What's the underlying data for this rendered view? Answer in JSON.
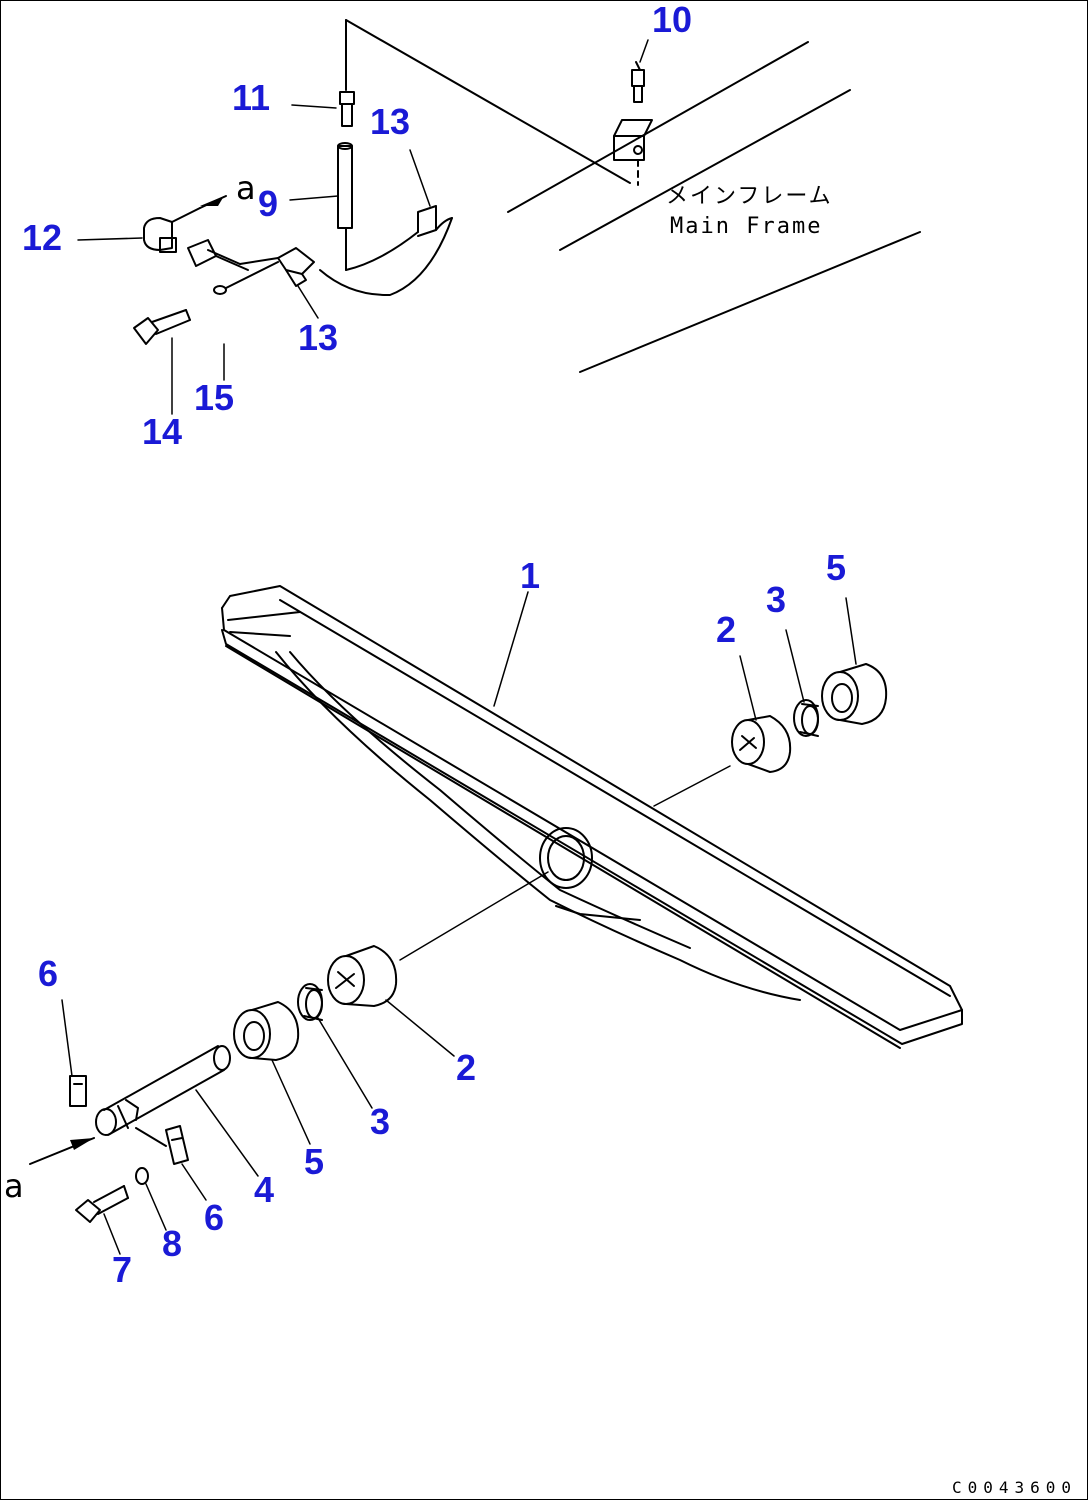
{
  "callouts": [
    {
      "id": "c10",
      "label": "10"
    },
    {
      "id": "c11",
      "label": "11"
    },
    {
      "id": "c13a",
      "label": "13"
    },
    {
      "id": "c9",
      "label": "9"
    },
    {
      "id": "c12",
      "label": "12"
    },
    {
      "id": "c13b",
      "label": "13"
    },
    {
      "id": "c14",
      "label": "14"
    },
    {
      "id": "c15",
      "label": "15"
    },
    {
      "id": "c1",
      "label": "1"
    },
    {
      "id": "c5a",
      "label": "5"
    },
    {
      "id": "c3a",
      "label": "3"
    },
    {
      "id": "c2a",
      "label": "2"
    },
    {
      "id": "c6a",
      "label": "6"
    },
    {
      "id": "c2b",
      "label": "2"
    },
    {
      "id": "c3b",
      "label": "3"
    },
    {
      "id": "c5b",
      "label": "5"
    },
    {
      "id": "c4",
      "label": "4"
    },
    {
      "id": "c6b",
      "label": "6"
    },
    {
      "id": "c8",
      "label": "8"
    },
    {
      "id": "c7",
      "label": "7"
    }
  ],
  "labels": {
    "main_frame_jp": "メインフレーム",
    "main_frame_en": "Main Frame",
    "view_a_top": "a",
    "view_a_bottom": "a",
    "drawing_code": "C0043600"
  },
  "colors": {
    "callout": "#1a1ad6",
    "line": "#000000",
    "background": "#ffffff"
  }
}
